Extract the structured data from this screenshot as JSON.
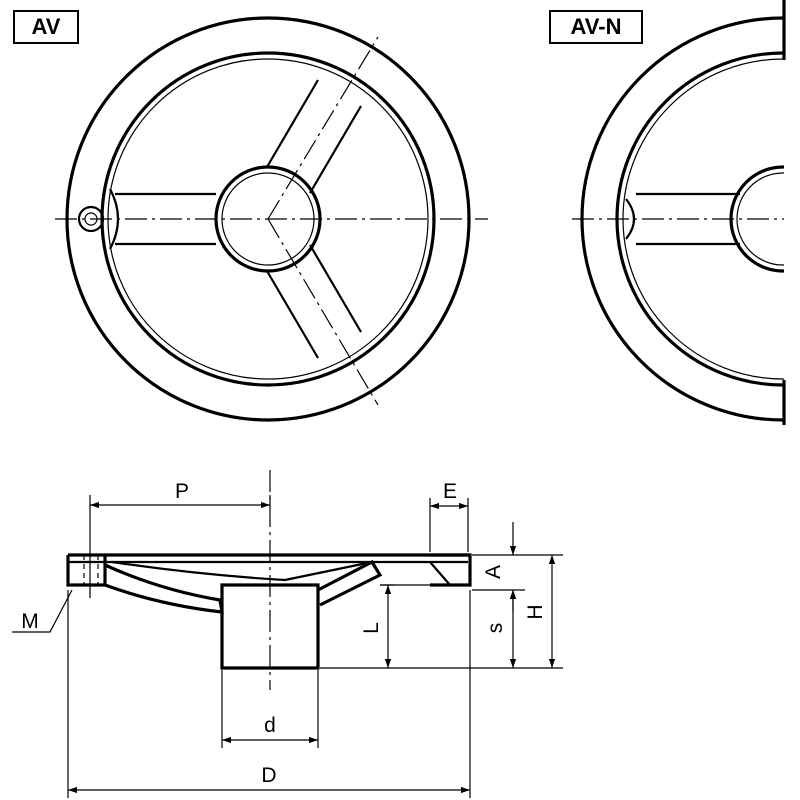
{
  "views": {
    "left_label": "AV",
    "right_label": "AV-N"
  },
  "dimensions": {
    "P": "P",
    "E": "E",
    "A": "A",
    "H": "H",
    "s": "s",
    "L": "L",
    "M": "M",
    "d": "d",
    "D": "D"
  }
}
